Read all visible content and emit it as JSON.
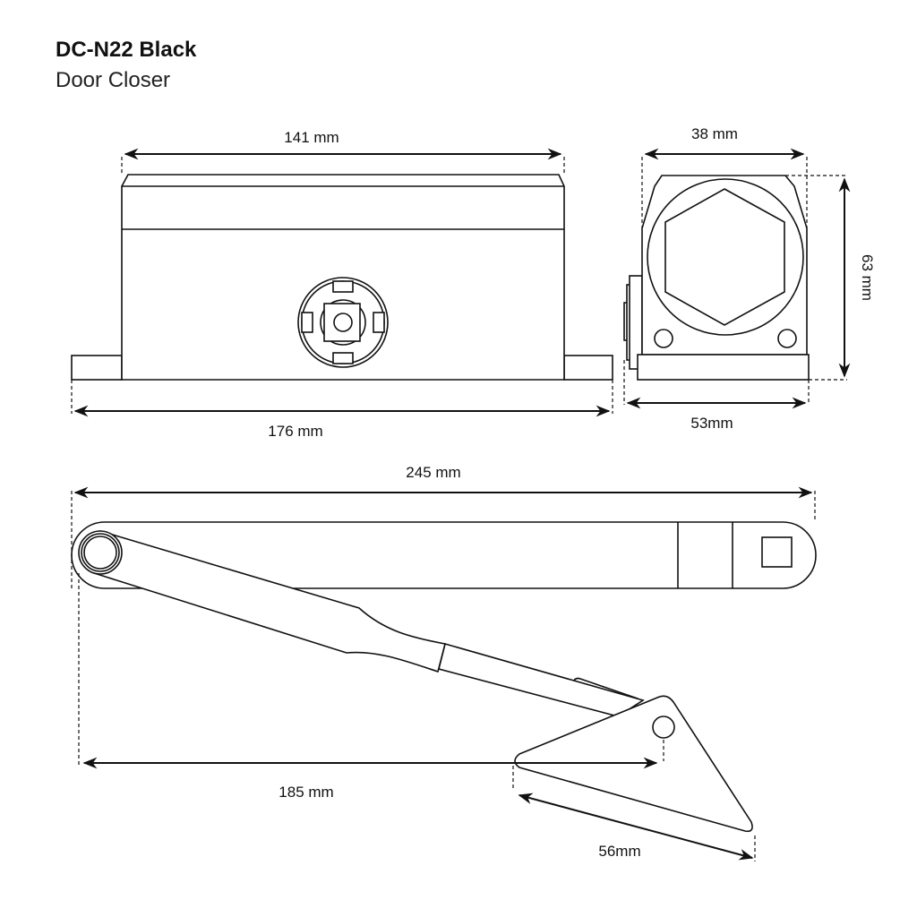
{
  "header": {
    "title": "DC-N22 Black",
    "subtitle": "Door Closer"
  },
  "dimensions": {
    "body_length": "141 mm",
    "base_length": "176 mm",
    "body_width": "38 mm",
    "base_width": "53mm",
    "height": "63 mm",
    "arm_total_length": "245 mm",
    "arm_reach": "185 mm",
    "bracket_length": "56mm"
  }
}
